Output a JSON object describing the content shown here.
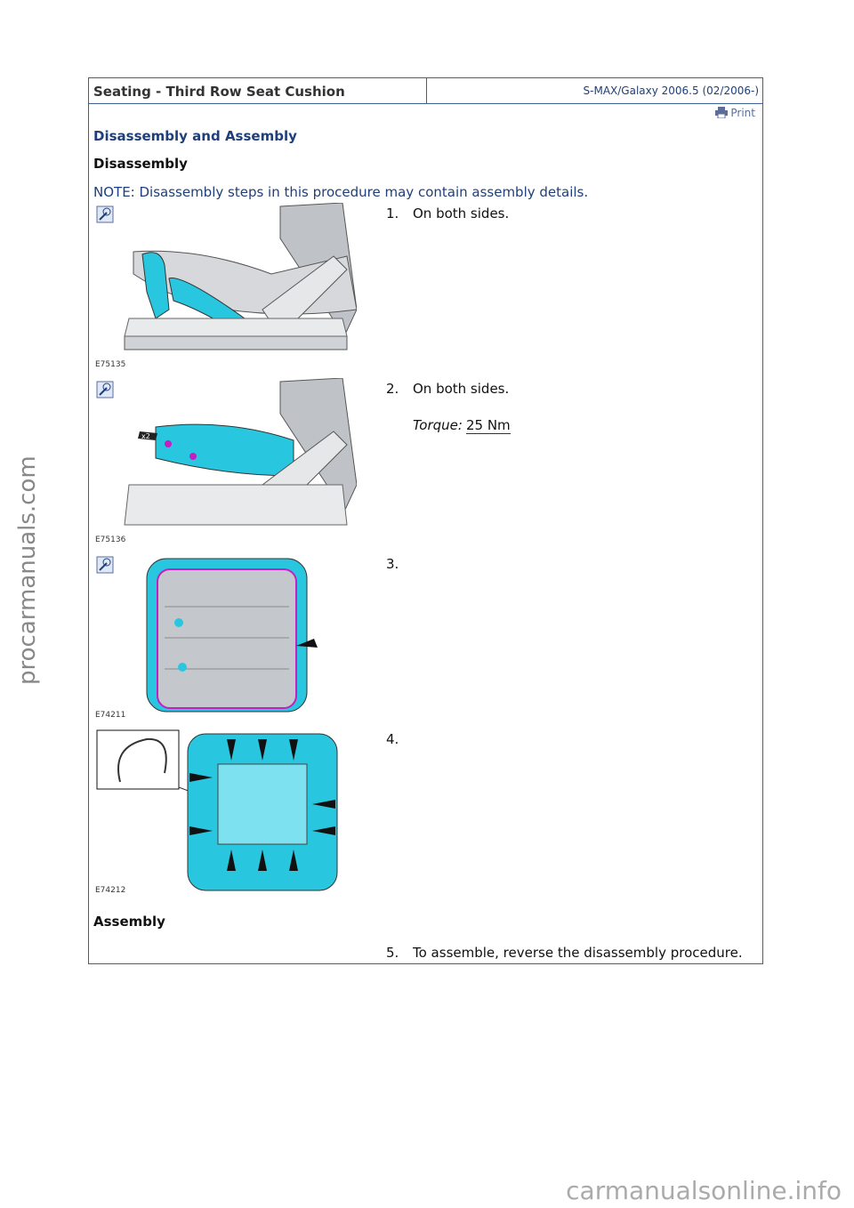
{
  "header": {
    "title": "Seating - Third Row Seat Cushion",
    "model": "S-MAX/Galaxy 2006.5 (02/2006-)"
  },
  "print_label": "Print",
  "section_title": "Disassembly and Assembly",
  "disassembly_heading": "Disassembly",
  "note": "NOTE: Disassembly steps in this procedure may contain assembly details.",
  "figures": [
    {
      "code": "E75135"
    },
    {
      "code": "E75136",
      "callout": "x2"
    },
    {
      "code": "E74211"
    },
    {
      "code": "E74212"
    }
  ],
  "steps": [
    {
      "num": "1.",
      "text": "On both sides."
    },
    {
      "num": "2.",
      "text": "On both sides.",
      "torque_label": "Torque:",
      "torque_value": "25 Nm"
    },
    {
      "num": "3.",
      "text": ""
    },
    {
      "num": "4.",
      "text": ""
    },
    {
      "num": "5.",
      "text": "To assemble, reverse the disassembly procedure."
    }
  ],
  "assembly_heading": "Assembly",
  "watermark": "procarmanuals.com",
  "footer_watermark": "carmanualsonline.info",
  "colors": {
    "border": "#3d5f97",
    "heading_blue": "#1f3f7a",
    "highlight_cyan": "#29c6e0",
    "highlight_magenta": "#c31fc3"
  }
}
